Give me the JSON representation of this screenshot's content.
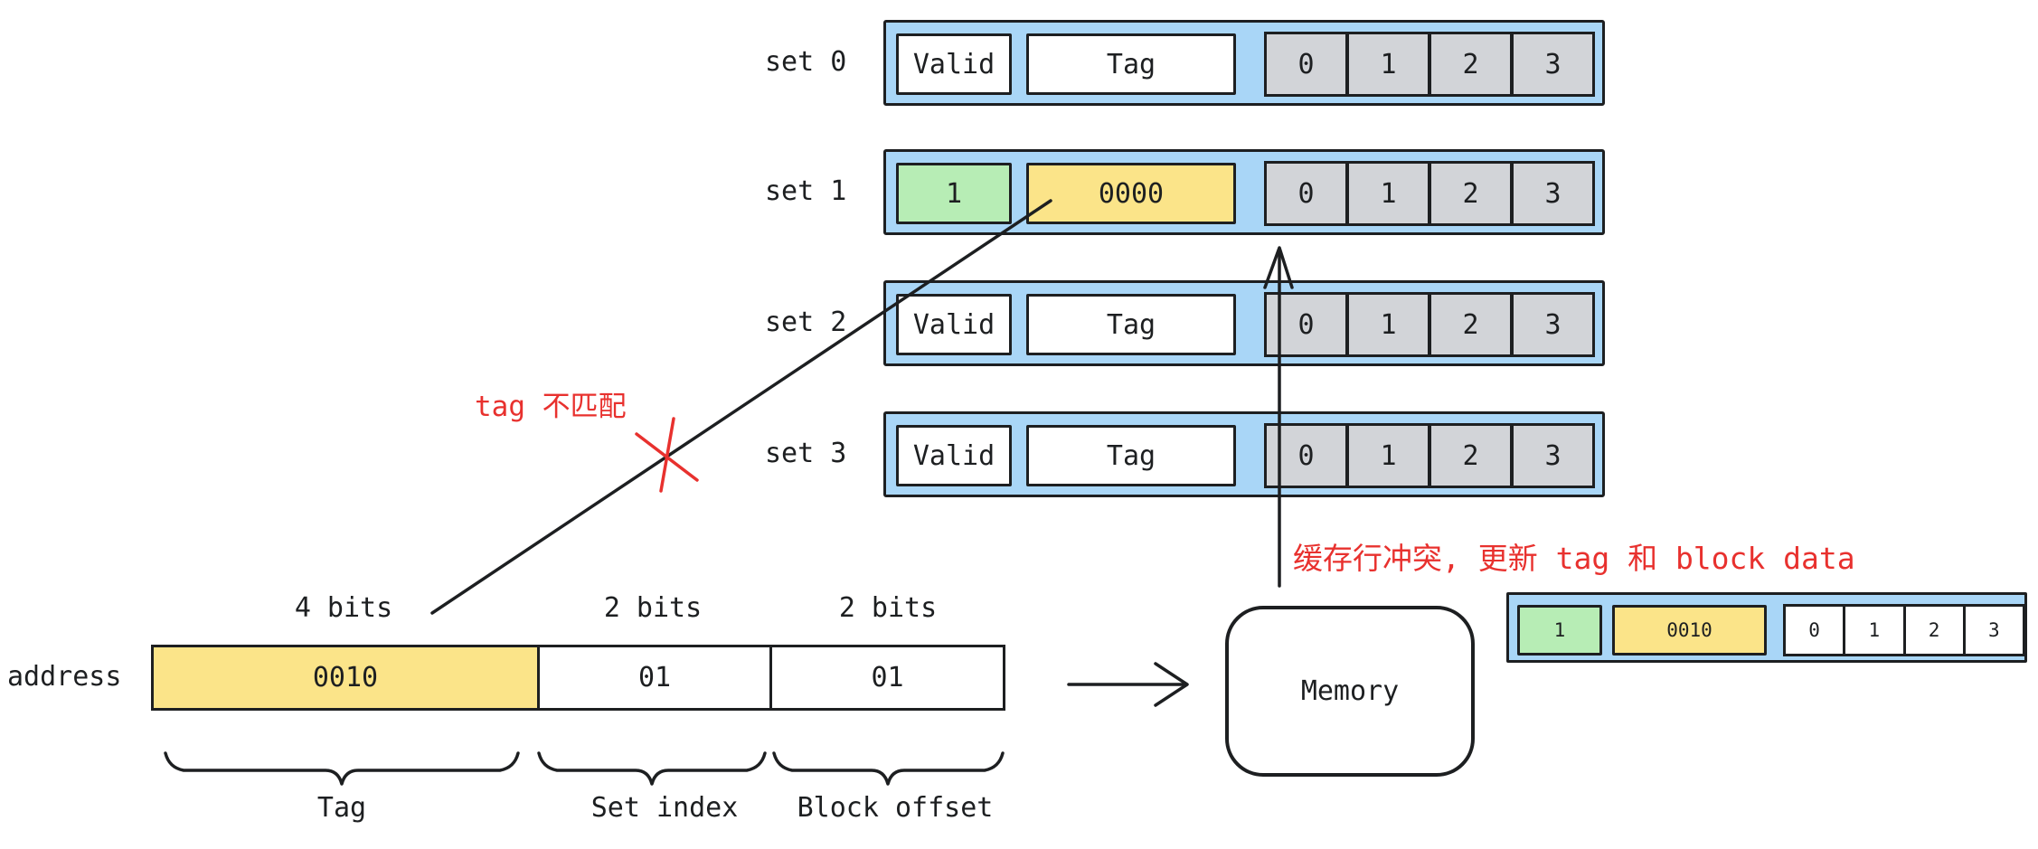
{
  "colors": {
    "row_fill": "#a9d6f7",
    "cell_fill": "#d2d4d8",
    "valid_highlight": "#b7edb5",
    "tag_highlight": "#fbe489",
    "annotation_red": "#e8312e",
    "line_color": "#1d1f21"
  },
  "cache": {
    "rows": [
      {
        "label": "set 0",
        "valid": "Valid",
        "tag": "Tag",
        "cells": [
          "0",
          "1",
          "2",
          "3"
        ]
      },
      {
        "label": "set 1",
        "valid": "1",
        "tag": "0000",
        "cells": [
          "0",
          "1",
          "2",
          "3"
        ]
      },
      {
        "label": "set 2",
        "valid": "Valid",
        "tag": "Tag",
        "cells": [
          "0",
          "1",
          "2",
          "3"
        ]
      },
      {
        "label": "set 3",
        "valid": "Valid",
        "tag": "Tag",
        "cells": [
          "0",
          "1",
          "2",
          "3"
        ]
      }
    ]
  },
  "address": {
    "label": "address",
    "fields": [
      {
        "bits": "4 bits",
        "value": "0010",
        "name": "Tag"
      },
      {
        "bits": "2 bits",
        "value": "01",
        "name": "Set index"
      },
      {
        "bits": "2 bits",
        "value": "01",
        "name": "Block offset"
      }
    ]
  },
  "memory": {
    "label": "Memory"
  },
  "annotations": {
    "tag_mismatch": "tag 不匹配",
    "conflict": "缓存行冲突, 更新 tag 和 block data"
  },
  "result_line": {
    "valid": "1",
    "tag": "0010",
    "cells": [
      "0",
      "1",
      "2",
      "3"
    ]
  }
}
